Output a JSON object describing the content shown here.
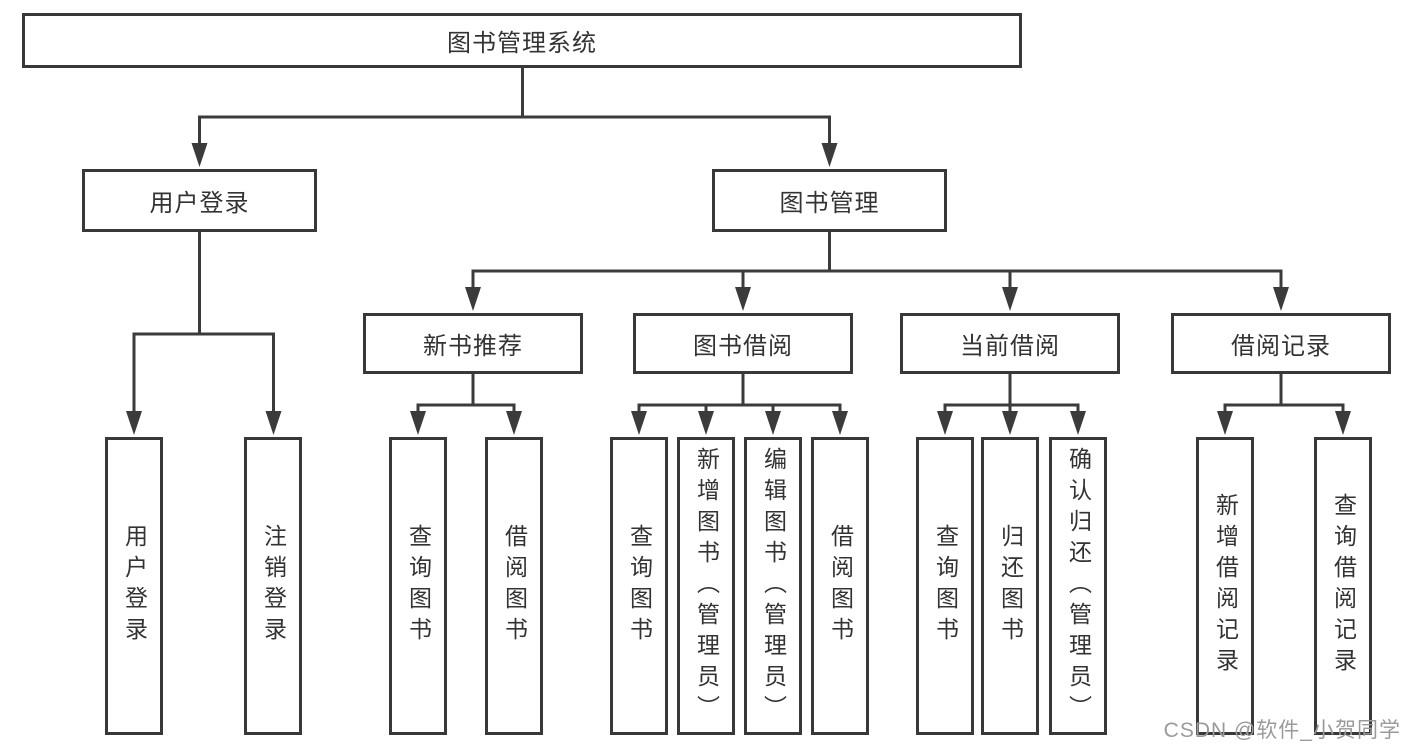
{
  "tree": {
    "root": {
      "label": "图书管理系统"
    },
    "branches": [
      {
        "label": "用户登录",
        "children": [
          {
            "label": "用户登录"
          },
          {
            "label": "注销登录"
          }
        ]
      },
      {
        "label": "图书管理",
        "children": [
          {
            "label": "新书推荐",
            "children": [
              {
                "label": "查询图书"
              },
              {
                "label": "借阅图书"
              }
            ]
          },
          {
            "label": "图书借阅",
            "children": [
              {
                "label": "查询图书"
              },
              {
                "label": "新增图书（管理员）"
              },
              {
                "label": "编辑图书（管理员）"
              },
              {
                "label": "借阅图书"
              }
            ]
          },
          {
            "label": "当前借阅",
            "children": [
              {
                "label": "查询图书"
              },
              {
                "label": "归还图书"
              },
              {
                "label": "确认归还（管理员）"
              }
            ]
          },
          {
            "label": "借阅记录",
            "children": [
              {
                "label": "新增借阅记录"
              },
              {
                "label": "查询借阅记录"
              }
            ]
          }
        ]
      }
    ]
  },
  "watermark": "CSDN @软件_小贺同学",
  "colors": {
    "line": "#3b3b3b",
    "box_border": "#383838",
    "text": "#333333",
    "watermark": "#9a9a9a",
    "background": "#ffffff"
  }
}
